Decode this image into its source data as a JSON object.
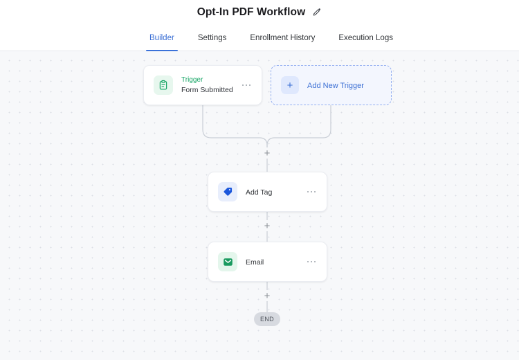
{
  "header": {
    "title": "Opt-In PDF Workflow",
    "edit_icon": "pencil-edit-icon"
  },
  "tabs": [
    {
      "label": "Builder",
      "active": true
    },
    {
      "label": "Settings",
      "active": false
    },
    {
      "label": "Enrollment History",
      "active": false
    },
    {
      "label": "Execution Logs",
      "active": false
    }
  ],
  "canvas": {
    "nodes": {
      "trigger": {
        "kind_label": "Trigger",
        "name": "Form Submitted",
        "icon": "clipboard-icon",
        "menu": "more-options-icon"
      },
      "add_trigger": {
        "label": "Add New Trigger",
        "icon": "plus-icon"
      },
      "add_tag": {
        "label": "Add Tag",
        "icon": "tag-icon",
        "menu": "more-options-icon"
      },
      "email": {
        "label": "Email",
        "icon": "envelope-icon",
        "menu": "more-options-icon"
      }
    },
    "connectors": {
      "add_step_label": "+"
    },
    "end_badge": "END"
  },
  "colors": {
    "accent_blue": "#3b72d9",
    "trigger_green": "#16a565",
    "tag_blue": "#1a56db",
    "email_green": "#199a5f",
    "canvas_bg": "#f7f8fa",
    "end_badge_bg": "#d7dae0"
  }
}
